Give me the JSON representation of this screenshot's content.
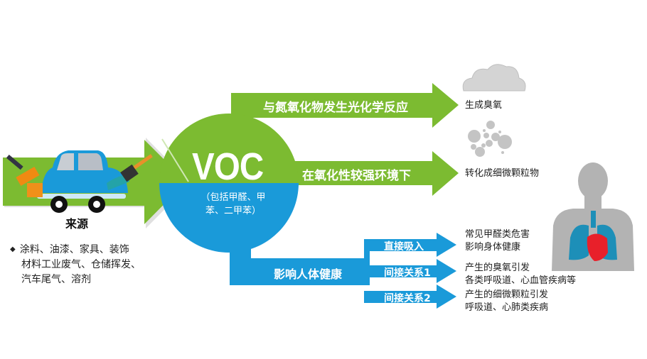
{
  "colors": {
    "green": "#7cbb31",
    "blue": "#1a9ad9",
    "gray_figure": "#b3b3b3",
    "lung": "#1d8fb8",
    "heart": "#e8202a",
    "text_dark": "#222222"
  },
  "source": {
    "title": "来源",
    "items_line1": "涂料、油漆、家具、装饰",
    "items_line2": "材料工业废气、仓储挥发、",
    "items_line3": "汽车尾气、溶剂",
    "bullet": "◆",
    "icons": [
      "car-icon",
      "paint-roller-icon",
      "paint-brush-icon"
    ]
  },
  "center": {
    "title": "VOC",
    "subtitle_line1": "（包括甲醛、甲",
    "subtitle_line2": "苯、二甲苯）"
  },
  "branches": {
    "ozone": {
      "arrow_label": "与氮氧化物发生光化学反应",
      "result": "生成臭氧",
      "icon": "cloud-icon"
    },
    "particulate": {
      "arrow_label": "在氧化性较强环境下",
      "result": "转化成细微颗粒物",
      "icon": "particles-icon"
    },
    "health": {
      "arrow_label": "影响人体健康",
      "icon": "human-body-icon",
      "sub": [
        {
          "label": "直接吸入",
          "result_line1": "常见甲醛类危害",
          "result_line2": "影响身体健康"
        },
        {
          "label": "间接关系1",
          "result_line1": "产生的臭氧引发",
          "result_line2": "各类呼吸道、心血管疾病等"
        },
        {
          "label": "间接关系2",
          "result_line1": "产生的细微颗粒引发",
          "result_line2": "呼吸道、心肺类疾病"
        }
      ]
    }
  }
}
